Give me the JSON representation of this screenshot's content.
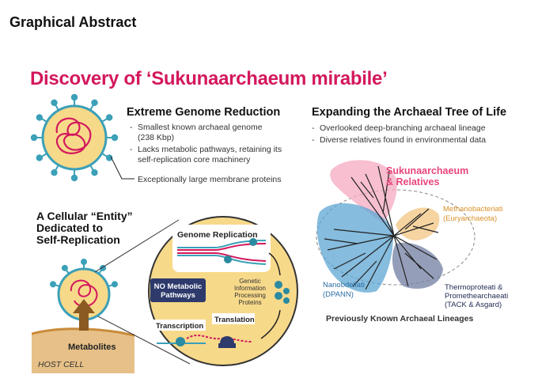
{
  "header": {
    "graphical_abstract": "Graphical Abstract",
    "title": "Discovery of ‘Sukunaarchaeum mirabile’"
  },
  "genome_section": {
    "heading": "Extreme Genome Reduction",
    "bullets": [
      "Smallest known archaeal genome",
      "(238 Kbp)",
      "Lacks metabolic pathways, retaining its",
      "self-replication core machinery"
    ],
    "callout": "Exceptionally large membrane proteins"
  },
  "tree_section": {
    "heading": "Expanding the Archaeal Tree of Life",
    "bullets": [
      "Overlooked deep-branching archaeal lineage",
      "Diverse relatives found in environmental data"
    ],
    "labels": {
      "suku_1": "Sukunaarchaeum",
      "suku_2": "& Relatives",
      "metha_1": "Methanobacteriati",
      "metha_2": "(Euryarchaeota)",
      "nano_1": "Nanobdellati",
      "nano_2": "(DPANN)",
      "thermo_1": "Thermoproteati &",
      "thermo_2": "Promethearchaeati",
      "thermo_3": "(TACK & Asgard)",
      "footer": "Previously Known Archaeal Lineages"
    }
  },
  "entity_section": {
    "heading_1": "A Cellular “Entity”",
    "heading_2": "Dedicated to",
    "heading_3": "Self-Replication",
    "metabolites": "Metabolites",
    "host_cell": "HOST CELL",
    "genome_replication": "Genome Replication",
    "no_metabolic_1": "NO Metabolic",
    "no_metabolic_2": "Pathways",
    "gip_1": "Genetic",
    "gip_2": "Information",
    "gip_3": "Processing",
    "gip_4": "Proteins",
    "transcription": "Transcription",
    "translation": "Translation"
  },
  "colors": {
    "title_pink": "#d3185d",
    "suku_pink": "#e8457a",
    "metha_orange": "#e8a33a",
    "nano_blue": "#3e8ec4",
    "thermo_navy": "#2d3a6b",
    "cell_teal": "#3ba0b8",
    "zoom_yellow": "#f7d98a",
    "host_tan": "#c98b3a"
  }
}
